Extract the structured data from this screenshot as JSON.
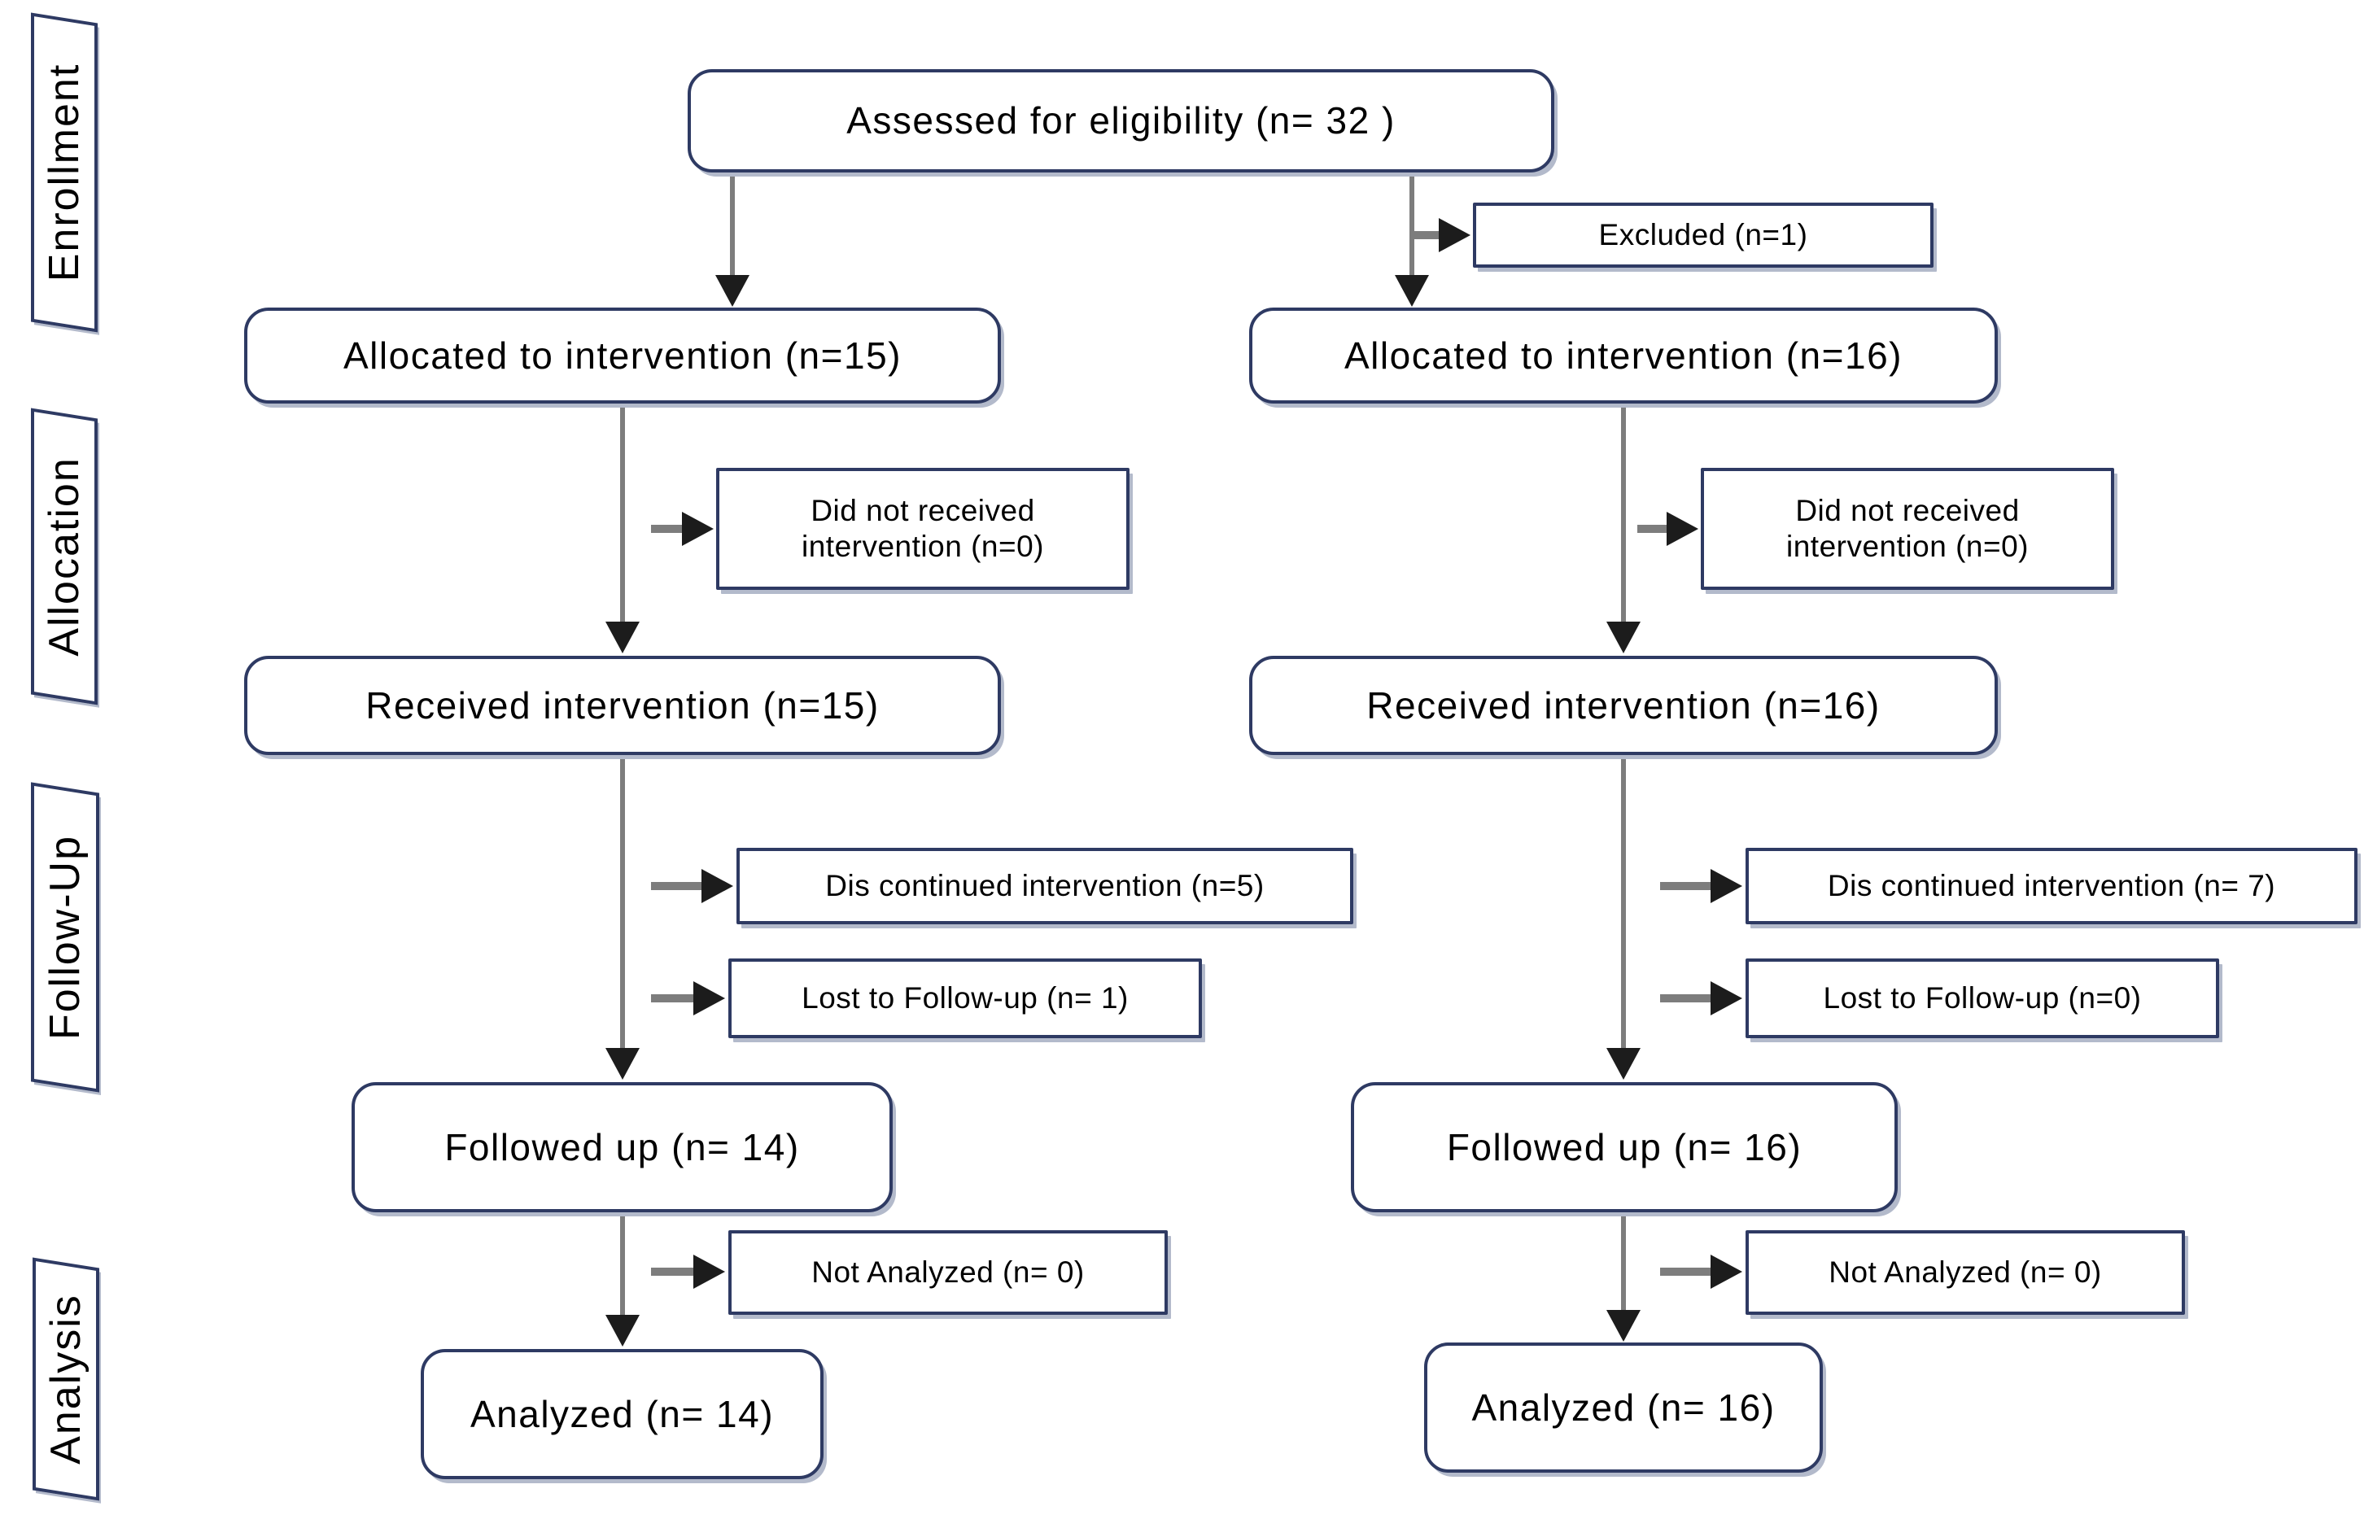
{
  "stage_labels": {
    "enrollment": "Enrollment",
    "allocation": "Allocation",
    "followup": "Follow-Up",
    "analysis": "Analysis"
  },
  "boxes": {
    "assessed": {
      "text": "Assessed for eligibility (n= 32 )",
      "n": 32
    },
    "excluded": {
      "text": "Excluded (n=1)",
      "n": 1
    },
    "allocated_left": {
      "text": "Allocated to intervention (n=15)",
      "n": 15
    },
    "allocated_right": {
      "text": "Allocated to intervention (n=16)",
      "n": 16
    },
    "not_received_left": {
      "line1": "Did not received",
      "line2": "intervention (n=0)",
      "n": 0
    },
    "not_received_right": {
      "line1": "Did not received",
      "line2": "intervention (n=0)",
      "n": 0
    },
    "received_left": {
      "text": "Received intervention (n=15)",
      "n": 15
    },
    "received_right": {
      "text": "Received intervention (n=16)",
      "n": 16
    },
    "discontinued_left": {
      "text": "Dis continued intervention (n=5)",
      "n": 5
    },
    "discontinued_right": {
      "text": "Dis continued intervention (n= 7)",
      "n": 7
    },
    "lost_left": {
      "text": "Lost to Follow-up (n= 1)",
      "n": 1
    },
    "lost_right": {
      "text": "Lost to Follow-up (n=0)",
      "n": 0
    },
    "followed_left": {
      "text": "Followed up (n= 14)",
      "n": 14
    },
    "followed_right": {
      "text": "Followed up (n= 16)",
      "n": 16
    },
    "not_analyzed_left": {
      "text": "Not Analyzed (n= 0)",
      "n": 0
    },
    "not_analyzed_right": {
      "text": "Not Analyzed (n= 0)",
      "n": 0
    },
    "analyzed_left": {
      "text": "Analyzed (n= 14)",
      "n": 14
    },
    "analyzed_right": {
      "text": "Analyzed (n= 16)",
      "n": 16
    }
  },
  "colors": {
    "box_border": "#2e3a63",
    "box_fill": "#ffffff",
    "shadow": "#b3bacb",
    "line": "#7d7d7d",
    "arrowhead": "#1c1c1c",
    "text": "#000000"
  }
}
